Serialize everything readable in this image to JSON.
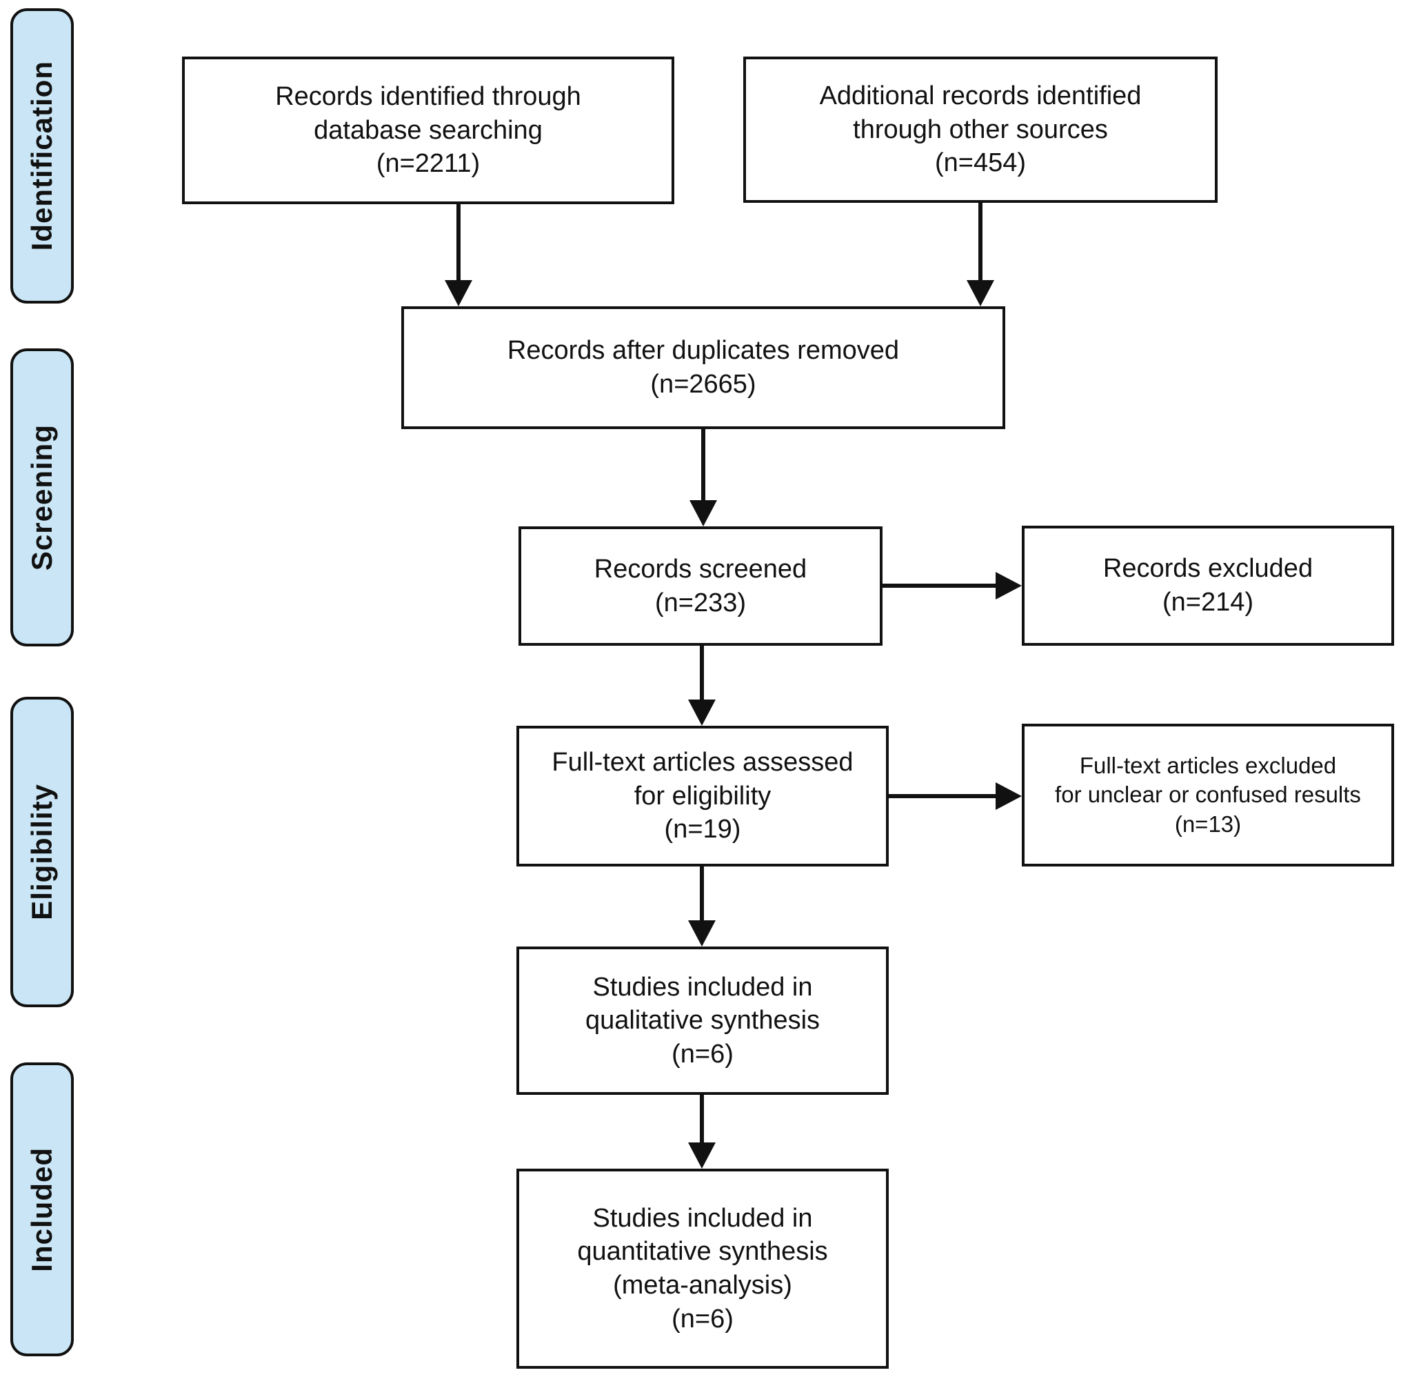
{
  "diagram": {
    "type": "prisma-flow",
    "stages": {
      "identification": "Identification",
      "screening": "Screening",
      "eligibility": "Eligibility",
      "included": "Included"
    },
    "boxes": {
      "records_identified": {
        "text": "Records identified through\ndatabase searching\n(n=2211)",
        "n": 2211
      },
      "additional_records": {
        "text": "Additional records identified\nthrough other sources\n(n=454)",
        "n": 454
      },
      "duplicates_removed": {
        "text": "Records after duplicates removed\n(n=2665)",
        "n": 2665
      },
      "records_screened": {
        "text": "Records screened\n(n=233)",
        "n": 233
      },
      "records_excluded": {
        "text": "Records excluded\n(n=214)",
        "n": 214
      },
      "fulltext_assessed": {
        "text": "Full-text articles assessed\nfor eligibility\n(n=19)",
        "n": 19
      },
      "fulltext_excluded": {
        "text": "Full-text articles excluded\nfor unclear or confused results\n(n=13)",
        "n": 13
      },
      "qualitative_included": {
        "text": "Studies included in\nqualitative synthesis\n(n=6)",
        "n": 6
      },
      "quantitative_included": {
        "text": "Studies included in\nquantitative synthesis\n(meta-analysis)\n(n=6)",
        "n": 6
      }
    },
    "colors": {
      "stage_fill": "#cae6f6",
      "line": "#111111",
      "box_fill": "#ffffff",
      "text": "#111111"
    }
  }
}
